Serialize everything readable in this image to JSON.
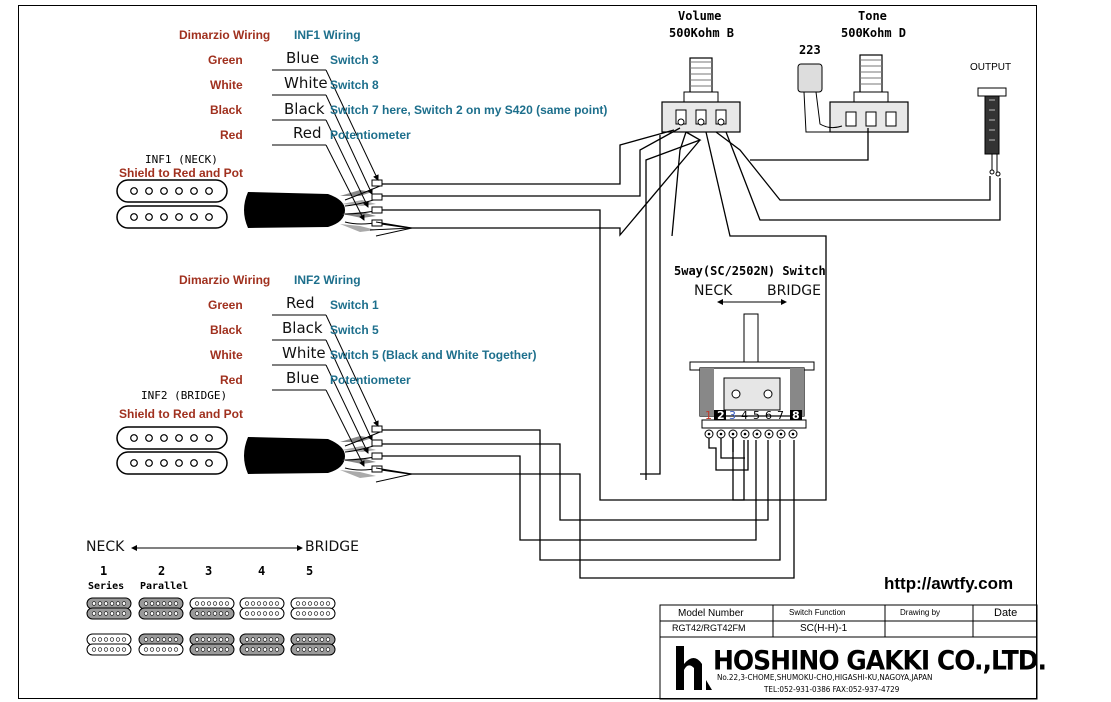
{
  "inf1": {
    "col_dimarzio": "Dimarzio Wiring",
    "col_inf": "INF1 Wiring",
    "rows": [
      {
        "dimarzio": "Green",
        "inf": "Blue",
        "dest": "Switch 3"
      },
      {
        "dimarzio": "White",
        "inf": "White",
        "dest": "Switch 8"
      },
      {
        "dimarzio": "Black",
        "inf": "Black",
        "dest": "Switch 7 here, Switch 2 on my S420 (same point)"
      },
      {
        "dimarzio": "Red",
        "inf": "Red",
        "dest": "Potentiometer"
      }
    ],
    "pickup_label": "INF1 (NECK)",
    "shield_note": "Shield to Red and Pot"
  },
  "inf2": {
    "col_dimarzio": "Dimarzio Wiring",
    "col_inf": "INF2 Wiring",
    "rows": [
      {
        "dimarzio": "Green",
        "inf": "Red",
        "dest": "Switch 1"
      },
      {
        "dimarzio": "Black",
        "inf": "Black",
        "dest": "Switch 5"
      },
      {
        "dimarzio": "White",
        "inf": "White",
        "dest": "Switch 5 (Black and White Together)"
      },
      {
        "dimarzio": "Red",
        "inf": "Blue",
        "dest": "Potentiometer"
      }
    ],
    "pickup_label": "INF2 (BRIDGE)",
    "shield_note": "Shield to Red and Pot"
  },
  "volume": {
    "title": "Volume",
    "value": "500Kohm B"
  },
  "tone": {
    "title": "Tone",
    "value": "500Kohm D"
  },
  "capacitor_label": "223",
  "output_label": "OUTPUT",
  "switch": {
    "title": "5way(SC/2502N) Switch",
    "neck": "NECK",
    "bridge": "BRIDGE",
    "terminals": [
      "1",
      "2",
      "3",
      "4",
      "5",
      "6",
      "7",
      "8"
    ]
  },
  "positions": {
    "neck": "NECK",
    "bridge": "BRIDGE",
    "numbers": [
      "1",
      "2",
      "3",
      "4",
      "5"
    ],
    "series": "Series",
    "parallel": "Parallel"
  },
  "url": "http://awtfy.com",
  "title_block": {
    "model_header": "Model Number",
    "function_header": "Switch Function",
    "drawing_header": "Drawing by",
    "date_header": "Date",
    "model_value": "RGT42/RGT42FM",
    "function_value": "SC(H-H)-1",
    "company": "HOSHINO GAKKI CO.,LTD.",
    "address": "No.22,3-CHOME,SHUMOKU-CHO,HIGASHI-KU,NAGOYA,JAPAN",
    "tel": "TEL:052-931-0386  FAX:052-937-4729"
  },
  "colors": {
    "dimarzio": "#a0301e",
    "inf": "#1d6f8c"
  }
}
